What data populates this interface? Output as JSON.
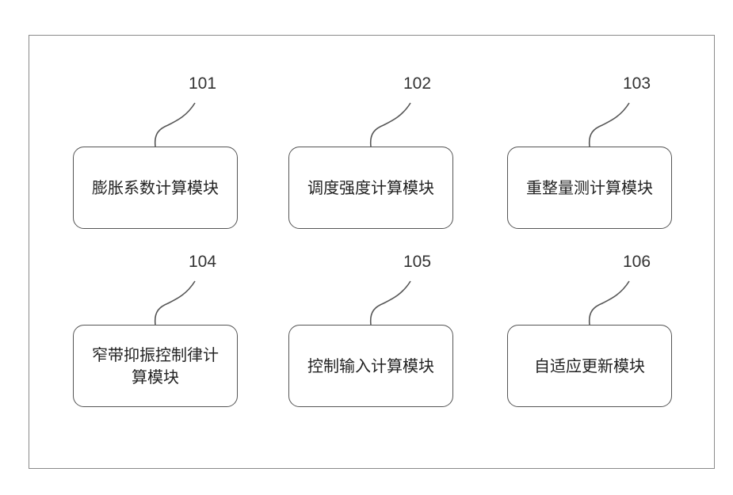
{
  "modules": [
    {
      "ref": "101",
      "label": "膨胀系数计算模块"
    },
    {
      "ref": "102",
      "label": "调度强度计算模块"
    },
    {
      "ref": "103",
      "label": "重整量测计算模块"
    },
    {
      "ref": "104",
      "label": "窄带抑振控制律计算模块"
    },
    {
      "ref": "105",
      "label": "控制输入计算模块"
    },
    {
      "ref": "106",
      "label": "自适应更新模块"
    }
  ]
}
